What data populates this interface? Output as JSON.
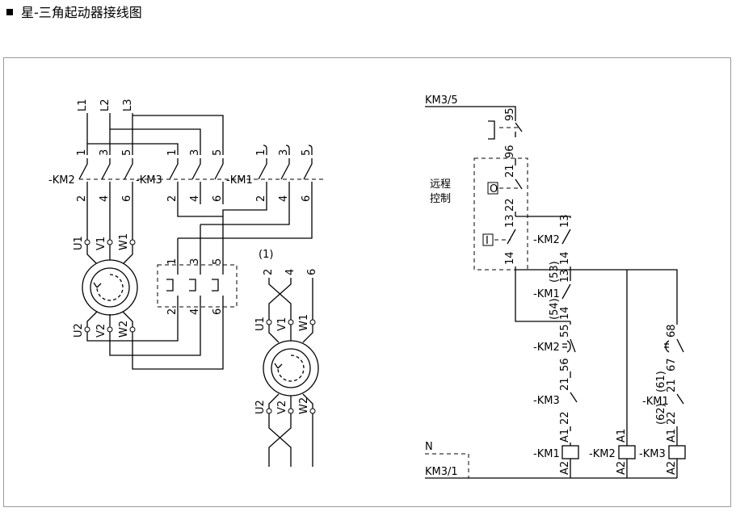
{
  "title": "星-三角起动器接线图",
  "left": {
    "phases": [
      "L1",
      "L2",
      "L3"
    ],
    "contactors": {
      "km2": "KM2",
      "km3": "KM3",
      "km1": "KM1"
    },
    "top_terminals": [
      "1",
      "3",
      "5"
    ],
    "bottom_terminals": [
      "2",
      "4",
      "6"
    ],
    "motor_top": [
      "U1",
      "V1",
      "W1"
    ],
    "motor_bottom": [
      "U2",
      "V2",
      "W2"
    ],
    "overload_top": [
      "1",
      "3",
      "5"
    ],
    "overload_bottom": [
      "2",
      "4",
      "6"
    ],
    "note": "(1)",
    "alt_top": [
      "2",
      "4",
      "6"
    ],
    "alt_motor_top": [
      "U1",
      "V1",
      "W1"
    ],
    "alt_motor_bottom": [
      "U2",
      "V2",
      "W2"
    ]
  },
  "right": {
    "supply_top": "KM3/5",
    "supply_bottom": "KM3/1",
    "neutral": "N",
    "remote": [
      "远程",
      "控制"
    ],
    "o_button": "O",
    "i_button": "I",
    "overload": {
      "n95": "95",
      "n96": "96"
    },
    "stop": {
      "n21": "21",
      "n22": "22"
    },
    "start": {
      "n13": "13",
      "n14": "14"
    },
    "self_hold": {
      "name": "KM2",
      "n13": "13",
      "n14": "14"
    },
    "interlock1": {
      "name": "KM1",
      "n53": "(53)",
      "n13": "13",
      "n54": "(54)",
      "n14": "14"
    },
    "timer": {
      "name": "KM2",
      "n55": "55",
      "n56": "56"
    },
    "interlock3": {
      "name": "KM3",
      "n21": "21",
      "n22": "22"
    },
    "coils": [
      {
        "name": "KM1",
        "a1": "A1",
        "a2": "A2"
      },
      {
        "name": "KM2",
        "a1": "A1",
        "a2": "A2"
      },
      {
        "name": "KM3",
        "a1": "A1",
        "a2": "A2"
      }
    ],
    "timer_nc": {
      "n68": "68",
      "n67": "67"
    },
    "km1_nc": {
      "name": "KM1",
      "n61": "(61)",
      "n21": "21",
      "n62": "(62)",
      "n22": "22"
    }
  }
}
